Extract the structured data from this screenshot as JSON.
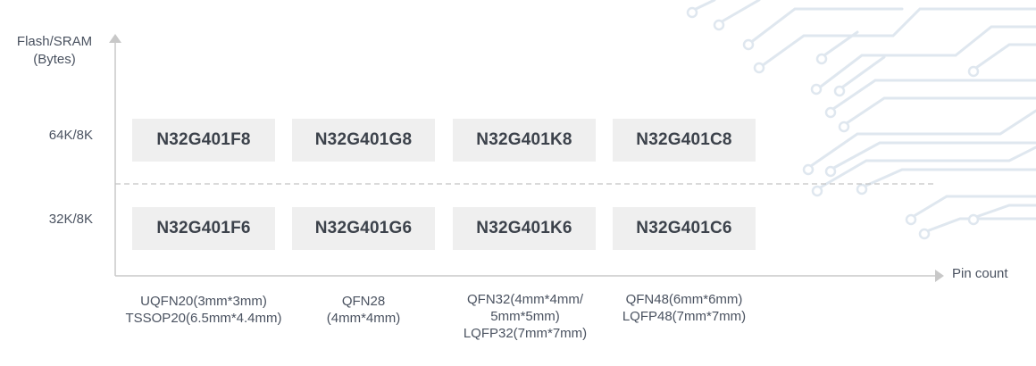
{
  "y_axis": {
    "title_line1": "Flash/SRAM",
    "title_line2": "(Bytes)"
  },
  "x_axis": {
    "title": "Pin count"
  },
  "rows": [
    {
      "label": "64K/8K",
      "chips": [
        "N32G401F8",
        "N32G401G8",
        "N32G401K8",
        "N32G401C8"
      ]
    },
    {
      "label": "32K/8K",
      "chips": [
        "N32G401F6",
        "N32G401G6",
        "N32G401K6",
        "N32G401C6"
      ]
    }
  ],
  "packages": [
    {
      "lines": [
        "UQFN20(3mm*3mm)",
        "TSSOP20(6.5mm*4.4mm)"
      ]
    },
    {
      "lines": [
        "QFN28",
        "(4mm*4mm)"
      ]
    },
    {
      "lines": [
        "QFN32(4mm*4mm/",
        "5mm*5mm)",
        "LQFP32(7mm*7mm)"
      ]
    },
    {
      "lines": [
        "QFN48(6mm*6mm)",
        "LQFP48(7mm*7mm)"
      ]
    }
  ],
  "colors": {
    "axis": "#c8c8c8",
    "chip_bg": "#efefef",
    "circuit": "#dde6ef"
  }
}
